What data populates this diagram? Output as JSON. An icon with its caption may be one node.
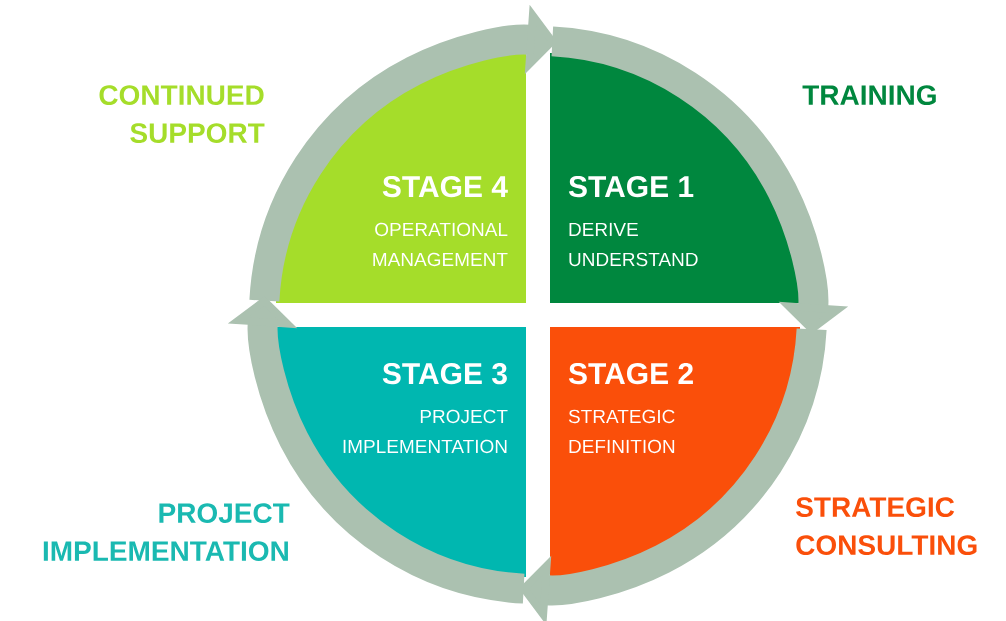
{
  "diagram": {
    "nodes": [
      {
        "text": [
          "STAGE 1",
          "DERIVE UNDERSTAND"
        ],
        "beside": [
          "TRAINING"
        ]
      },
      {
        "text": [
          "STAGE 2",
          "STRATEGIC DEFINITION"
        ],
        "beside": [
          "STRATEGIC CONSULTING"
        ]
      },
      {
        "text": [
          "STAGE 3",
          "PROJECT IMPLEMENTATION"
        ],
        "beside": [
          "PROJECT IMPLEMENTATION"
        ]
      },
      {
        "text": [
          "STAGE 4",
          "OPERATIONAL MANAGEMENT"
        ],
        "beside": [
          "CONTINUED SUPPORT"
        ]
      }
    ],
    "edges": [
      {
        "from": 3,
        "to": 0,
        "arrow": "to"
      },
      {
        "from": 0,
        "to": 1,
        "arrow": "to"
      },
      {
        "from": 1,
        "to": 2,
        "arrow": "to"
      },
      {
        "from": 2,
        "to": 3,
        "arrow": "to"
      }
    ]
  }
}
